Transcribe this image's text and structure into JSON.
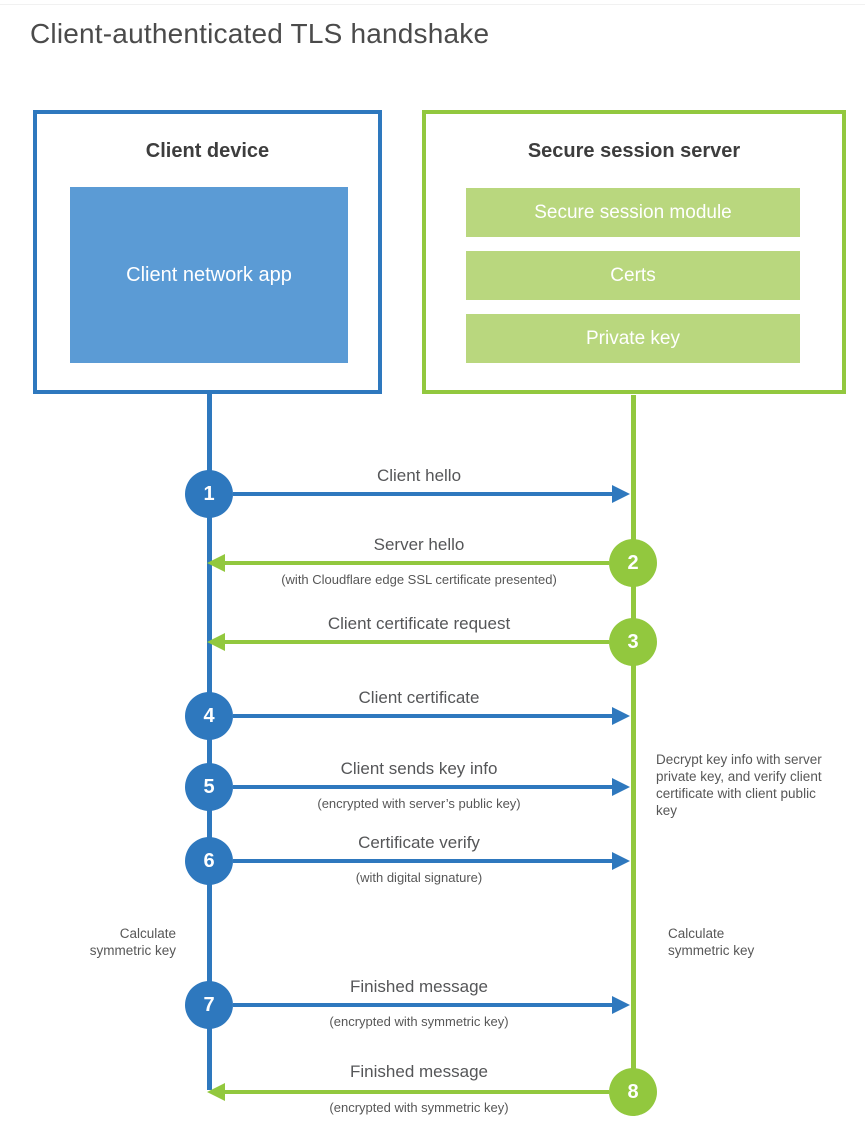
{
  "title": "Client-authenticated TLS handshake",
  "colors": {
    "client_blue": "#2e78be",
    "client_blue_light": "#5b9bd5",
    "server_green": "#92c83e",
    "server_green_light": "#b9d77e",
    "text_dark": "#3d3d3d",
    "text_label": "#555658"
  },
  "client_box": {
    "title": "Client device",
    "inner_label": "Client network app"
  },
  "server_box": {
    "title": "Secure session server",
    "modules": [
      "Secure session module",
      "Certs",
      "Private key"
    ]
  },
  "steps": [
    {
      "num": "1",
      "actor": "client",
      "direction": "right",
      "label": "Client hello",
      "sublabel": ""
    },
    {
      "num": "2",
      "actor": "server",
      "direction": "left",
      "label": "Server hello",
      "sublabel": "(with Cloudflare edge SSL certificate presented)"
    },
    {
      "num": "3",
      "actor": "server",
      "direction": "left",
      "label": "Client certificate request",
      "sublabel": ""
    },
    {
      "num": "4",
      "actor": "client",
      "direction": "right",
      "label": "Client certificate",
      "sublabel": ""
    },
    {
      "num": "5",
      "actor": "client",
      "direction": "right",
      "label": "Client sends key info",
      "sublabel": "(encrypted with server’s public key)"
    },
    {
      "num": "6",
      "actor": "client",
      "direction": "right",
      "label": "Certificate verify",
      "sublabel": "(with digital signature)"
    },
    {
      "num": "7",
      "actor": "client",
      "direction": "right",
      "label": "Finished message",
      "sublabel": "(encrypted with symmetric key)"
    },
    {
      "num": "8",
      "actor": "server",
      "direction": "left",
      "label": "Finished message",
      "sublabel": "(encrypted with symmetric key)"
    }
  ],
  "notes": {
    "calc_left": "Calculate\nsymmetric key",
    "calc_right": "Calculate\nsymmetric key",
    "decrypt": "Decrypt key info with server private key, and verify client certificate with client public key"
  }
}
